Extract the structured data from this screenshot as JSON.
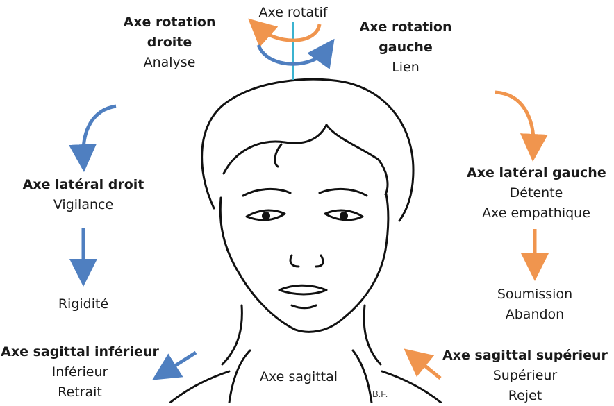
{
  "labels": {
    "axe_rotatif": "Axe rotatif",
    "rotation_droite": {
      "title_1": "Axe rotation",
      "title_2": "droite",
      "sub": "Analyse"
    },
    "rotation_gauche": {
      "title_1": "Axe rotation",
      "title_2": "gauche",
      "sub": "Lien"
    },
    "lateral_droit": {
      "title": "Axe latéral droit",
      "sub": "Vigilance",
      "result": "Rigidité"
    },
    "lateral_gauche": {
      "title": "Axe latéral gauche",
      "sub_1": "Détente",
      "sub_2": "Axe empathique",
      "result_1": "Soumission",
      "result_2": "Abandon"
    },
    "sagittal_inferieur": {
      "title": "Axe sagittal inférieur",
      "sub_1": "Inférieur",
      "sub_2": "Retrait"
    },
    "sagittal_superieur": {
      "title": "Axe sagittal supérieur",
      "sub_1": "Supérieur",
      "sub_2": "Rejet"
    },
    "axe_sagittal": "Axe sagittal",
    "signature": "B.F."
  },
  "colors": {
    "blue": "#4f7fc0",
    "orange": "#f0954e",
    "axis": "#3bb3d0",
    "ink": "#111111"
  }
}
